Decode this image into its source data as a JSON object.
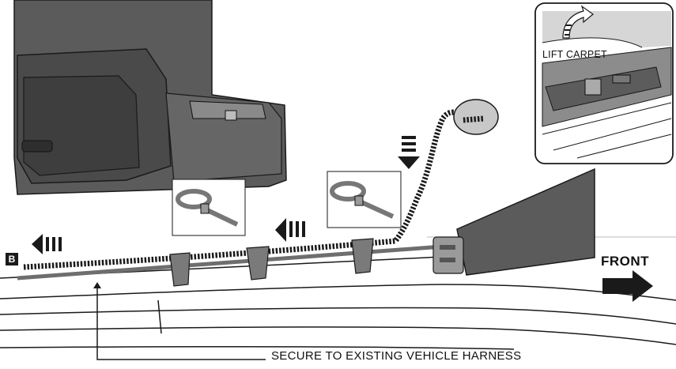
{
  "labels": {
    "callout_badge": "B",
    "front": "FRONT",
    "lift_carpet": "LIFT CARPET",
    "secure_note": "SECURE TO EXISTING VEHICLE HARNESS"
  },
  "colors": {
    "seat_fill": "#5a5a5a",
    "seat_dark": "#3c3c3c",
    "line": "#1a1a1a",
    "harness": "#6e6e6e",
    "badge": "#1a1a1a"
  },
  "icons": [
    "seat-shape",
    "zip-tie-icon",
    "direction-arrow-icon",
    "front-arrow-icon",
    "lift-arrow-icon",
    "sensor-puck-icon",
    "coiled-cable-icon"
  ]
}
